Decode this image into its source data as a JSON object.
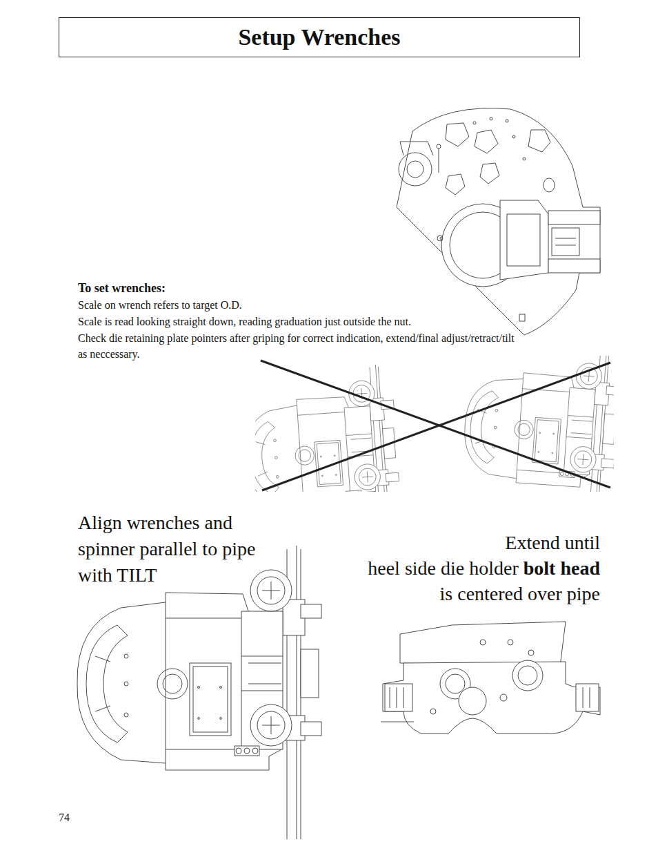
{
  "diagram": {
    "title": "Setup Wrenches",
    "labels": [
      "To set wrenches:",
      "Scale on wrench refers to target O.D.",
      "Scale is read looking straight down, reading graduation just outside the nut.",
      "Check die retaining plate pointers after griping for correct indication, extend/final adjust/retract/tilt as neccessary.",
      "Align wrenches and spinner parallel to pipe with TILT",
      "Extend until",
      "heel side die holder",
      "bolt head",
      "is centered over pipe",
      "74"
    ]
  }
}
